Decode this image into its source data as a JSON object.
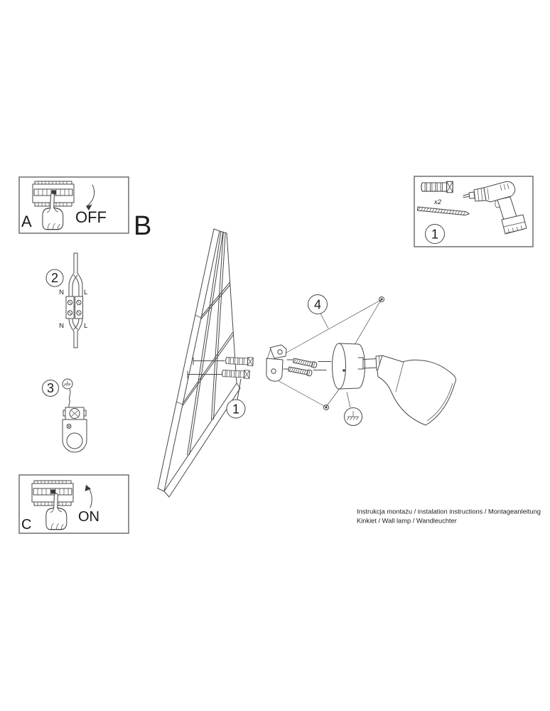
{
  "page": {
    "background": "#ffffff",
    "ink": "#474747"
  },
  "section": {
    "label": "B"
  },
  "power_off_panel": {
    "label": "A",
    "state": "OFF"
  },
  "power_on_panel": {
    "label": "C",
    "state": "ON"
  },
  "toolbox": {
    "badge": "1",
    "anchor_quantity": "x2"
  },
  "badges": {
    "anchors": "1",
    "connector": "2",
    "ground_terminal": "3",
    "mounting": "4"
  },
  "connector_labels": {
    "top_n": "N",
    "top_l": "L",
    "bottom_n": "N",
    "bottom_l": "L"
  },
  "footer": {
    "line1": "Instrukcja montażu / instalation instructions / Montageanleitung",
    "line2": "Kinkiet / Wall lamp / Wandleuchter"
  }
}
